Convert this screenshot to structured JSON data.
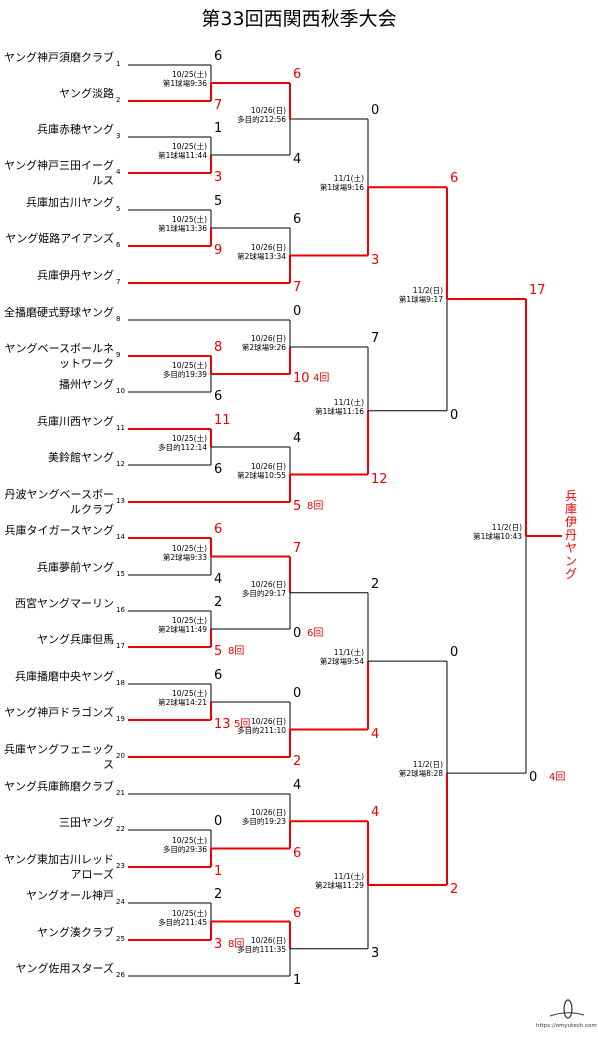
{
  "title": "第33回西関西秋季大会",
  "teams": [
    {
      "seed": "1",
      "name": "ヤング神戸須磨クラブ"
    },
    {
      "seed": "2",
      "name": "ヤング淡路"
    },
    {
      "seed": "3",
      "name": "兵庫赤穂ヤング"
    },
    {
      "seed": "4",
      "name": "ヤング神戸三田イーグルス"
    },
    {
      "seed": "5",
      "name": "兵庫加古川ヤング"
    },
    {
      "seed": "6",
      "name": "ヤング姫路アイアンズ"
    },
    {
      "seed": "7",
      "name": "兵庫伊丹ヤング"
    },
    {
      "seed": "8",
      "name": "全播磨硬式野球ヤング"
    },
    {
      "seed": "9",
      "name": "ヤングベースボールネットワーク"
    },
    {
      "seed": "10",
      "name": "播州ヤング"
    },
    {
      "seed": "11",
      "name": "兵庫川西ヤング"
    },
    {
      "seed": "12",
      "name": "美鈴館ヤング"
    },
    {
      "seed": "13",
      "name": "丹波ヤングベースボールクラブ"
    },
    {
      "seed": "14",
      "name": "兵庫タイガースヤング"
    },
    {
      "seed": "15",
      "name": "兵庫夢前ヤング"
    },
    {
      "seed": "16",
      "name": "西宮ヤングマーリン"
    },
    {
      "seed": "17",
      "name": "ヤング兵庫但馬"
    },
    {
      "seed": "18",
      "name": "兵庫播磨中央ヤング"
    },
    {
      "seed": "19",
      "name": "ヤング神戸ドラゴンズ"
    },
    {
      "seed": "20",
      "name": "兵庫ヤングフェニックス"
    },
    {
      "seed": "21",
      "name": "ヤング兵庫飾磨クラブ"
    },
    {
      "seed": "22",
      "name": "三田ヤング"
    },
    {
      "seed": "23",
      "name": "ヤング東加古川レッドアローズ"
    },
    {
      "seed": "24",
      "name": "ヤングオール神戸"
    },
    {
      "seed": "25",
      "name": "ヤング湊クラブ"
    },
    {
      "seed": "26",
      "name": "ヤング佐用スターズ"
    }
  ],
  "matches": [
    {
      "id": "r1a",
      "date": "10/25(土)",
      "venue": "第1球場9:36",
      "top": "6",
      "bottom": "7",
      "winner": "bottom"
    },
    {
      "id": "r1b",
      "date": "10/25(土)",
      "venue": "第1球場11:44",
      "top": "1",
      "bottom": "3",
      "winner": "bottom"
    },
    {
      "id": "r1c",
      "date": "10/25(土)",
      "venue": "第1球場13:36",
      "top": "5",
      "bottom": "9",
      "winner": "bottom"
    },
    {
      "id": "r1d",
      "date": "10/25(土)",
      "venue": "多目的19:39",
      "top": "8",
      "bottom": "6",
      "winner": "top"
    },
    {
      "id": "r1e",
      "date": "10/25(土)",
      "venue": "多目的112:14",
      "top": "11",
      "bottom": "6",
      "winner": "top"
    },
    {
      "id": "r1f",
      "date": "10/25(土)",
      "venue": "第2球場9:33",
      "top": "6",
      "bottom": "4",
      "winner": "top"
    },
    {
      "id": "r1g",
      "date": "10/25(土)",
      "venue": "第2球場11:49",
      "top": "2",
      "bottom": "5",
      "winner": "bottom",
      "extra": "8回"
    },
    {
      "id": "r1h",
      "date": "10/25(土)",
      "venue": "第2球場14:21",
      "top": "6",
      "bottom": "13",
      "winner": "bottom",
      "extra": "5回"
    },
    {
      "id": "r1i",
      "date": "10/25(土)",
      "venue": "多目的29:36",
      "top": "0",
      "bottom": "1",
      "winner": "bottom"
    },
    {
      "id": "r1j",
      "date": "10/25(土)",
      "venue": "多目的211:45",
      "top": "2",
      "bottom": "3",
      "winner": "bottom",
      "extra": "8回"
    },
    {
      "id": "r2a",
      "date": "10/26(日)",
      "venue": "多目的212:56",
      "top": "6",
      "bottom": "4",
      "winner": "top"
    },
    {
      "id": "r2b",
      "date": "10/26(日)",
      "venue": "第2球場13:34",
      "top": "6",
      "bottom": "7",
      "winner": "bottom"
    },
    {
      "id": "r2c",
      "date": "10/26(日)",
      "venue": "第2球場9:26",
      "top": "0",
      "bottom": "10",
      "winner": "bottom",
      "extra": "4回"
    },
    {
      "id": "r2d",
      "date": "10/26(日)",
      "venue": "第2球場10:55",
      "top": "4",
      "bottom": "5",
      "winner": "bottom",
      "extra": "8回"
    },
    {
      "id": "r2e",
      "date": "10/26(日)",
      "venue": "多目的29:17",
      "top": "7",
      "bottom": "0",
      "winner": "top",
      "extra": "6回"
    },
    {
      "id": "r2f",
      "date": "10/26(日)",
      "venue": "多目的211:10",
      "top": "0",
      "bottom": "2",
      "winner": "bottom"
    },
    {
      "id": "r2g",
      "date": "10/26(日)",
      "venue": "多目的19:23",
      "top": "4",
      "bottom": "6",
      "winner": "bottom"
    },
    {
      "id": "r2h",
      "date": "10/26(日)",
      "venue": "多目的111:35",
      "top": "6",
      "bottom": "1",
      "winner": "top"
    },
    {
      "id": "qfa",
      "date": "11/1(土)",
      "venue": "第1球場9:16",
      "top": "0",
      "bottom": "3",
      "winner": "bottom"
    },
    {
      "id": "qfb",
      "date": "11/1(土)",
      "venue": "第1球場11:16",
      "top": "7",
      "bottom": "12",
      "winner": "bottom"
    },
    {
      "id": "qfc",
      "date": "11/1(土)",
      "venue": "第2球場9:54",
      "top": "2",
      "bottom": "4",
      "winner": "bottom"
    },
    {
      "id": "qfd",
      "date": "11/1(土)",
      "venue": "第2球場11:29",
      "top": "4",
      "bottom": "3",
      "winner": "top"
    },
    {
      "id": "sfa",
      "date": "11/2(日)",
      "venue": "第1球場9:17",
      "top": "6",
      "bottom": "0",
      "winner": "top"
    },
    {
      "id": "sfb",
      "date": "11/2(日)",
      "venue": "第2球場8:28",
      "top": "0",
      "bottom": "2",
      "winner": "bottom"
    },
    {
      "id": "final",
      "date": "11/2(日)",
      "venue": "第1球場10:43",
      "top": "17",
      "bottom": "0",
      "winner": "top",
      "extra": "4回"
    }
  ],
  "champion": "兵庫伊丹ヤング",
  "site": "https://omyutech.com",
  "colors": {
    "win": "#ee0000",
    "line": "#000000"
  }
}
